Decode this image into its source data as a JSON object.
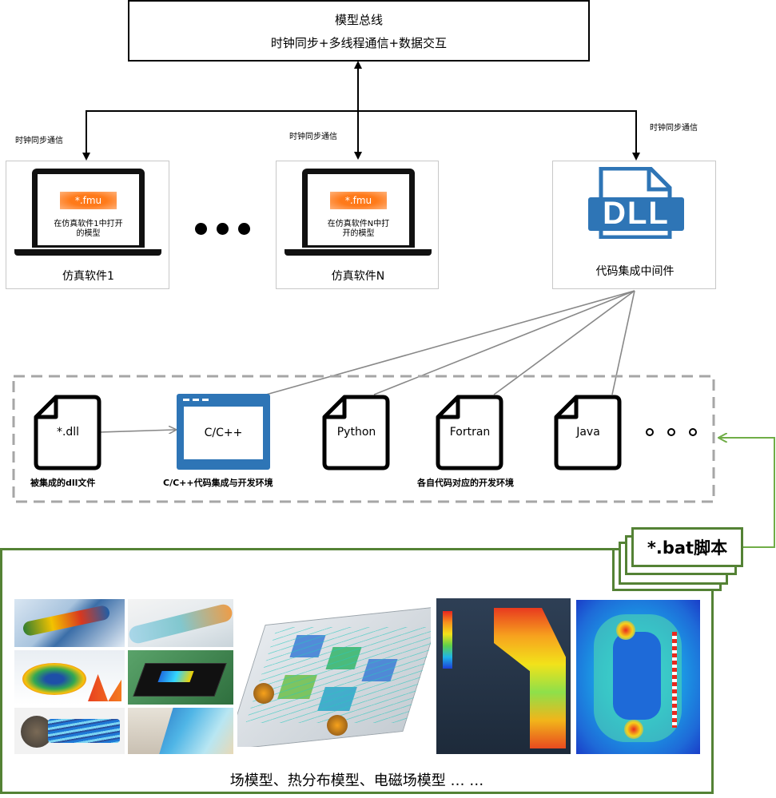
{
  "bus": {
    "title": "模型总线",
    "subtitle": "时钟同步+多线程通信+数据交互"
  },
  "links": {
    "clock_left": "时钟同步通信",
    "clock_mid": "时钟同步通信",
    "clock_right": "时钟同步通信"
  },
  "sim1": {
    "badge": "*.fmu",
    "line1": "在仿真软件1中打开",
    "line2": "的模型",
    "label": "仿真软件1"
  },
  "simN": {
    "badge": "*.fmu",
    "line1": "在仿真软件N中打",
    "line2": "开的模型",
    "label": "仿真软件N"
  },
  "dll": {
    "icon_text": "DLL",
    "label": "代码集成中间件"
  },
  "env": {
    "dll_file": {
      "text": "*.dll",
      "label": "被集成的dll文件"
    },
    "cpp": {
      "text": "C/C++",
      "label": "C/C++代码集成与开发环境"
    },
    "python": {
      "text": "Python"
    },
    "fortran": {
      "text": "Fortran"
    },
    "java": {
      "text": "Java"
    },
    "others_label": "各自代码对应的开发环境"
  },
  "bat": {
    "label": "*.bat脚本"
  },
  "models": {
    "caption": "场模型、热分布模型、电磁场模型 … …"
  },
  "colors": {
    "green": "#5a8a3a",
    "blue": "#2e75b6",
    "orange": "#ff7a1a",
    "gray": "#a6a6a6"
  }
}
